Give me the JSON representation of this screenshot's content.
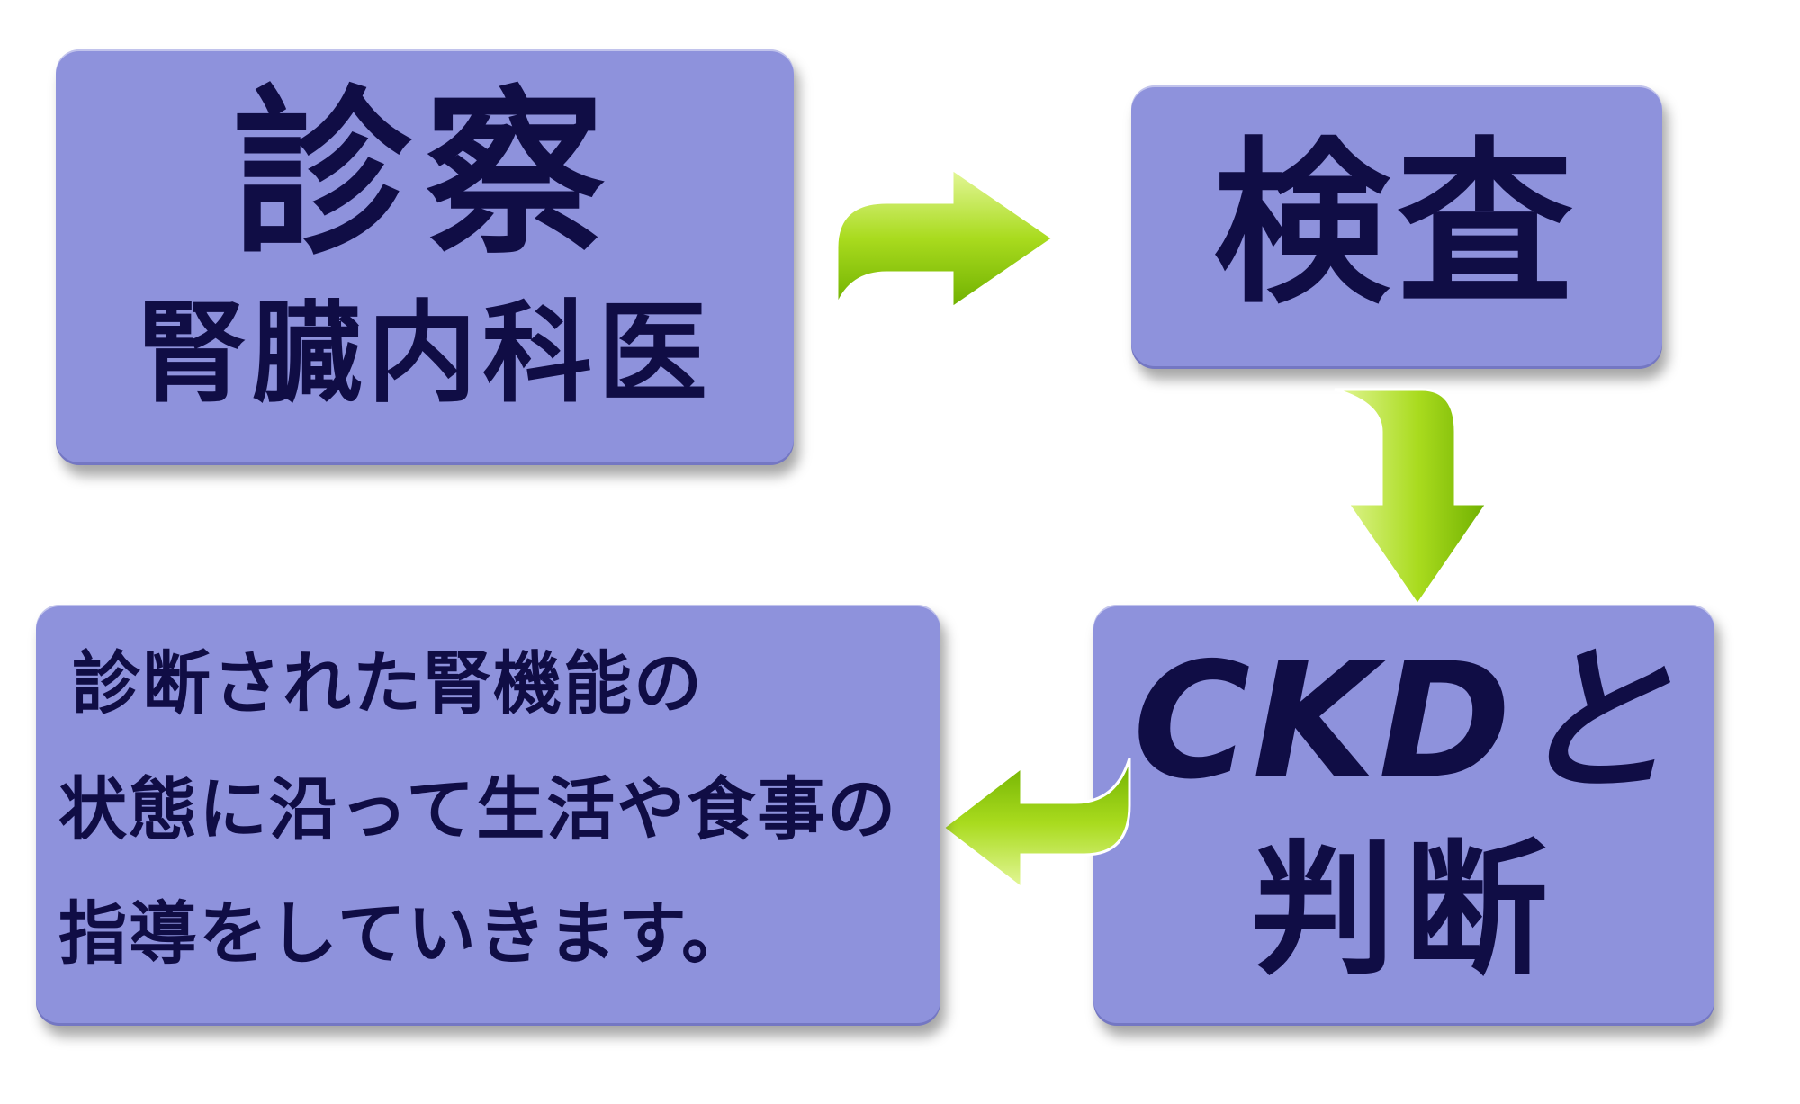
{
  "colors": {
    "box_fill": "#8e92dc",
    "text": "#100d45",
    "arrow_light": "#dbf37a",
    "arrow_dark": "#7dc000",
    "background": "#ffffff"
  },
  "boxes": {
    "exam": {
      "title": "診察",
      "subtitle": "腎臓内科医"
    },
    "test": {
      "title": "検査"
    },
    "judge": {
      "line1": "CKDと",
      "line2": "判断"
    },
    "guide": {
      "lines": [
        "診断された腎機能の",
        "状態に沿って生活や食事の",
        "指導をしていきます。"
      ]
    }
  },
  "arrows": [
    {
      "name": "arrow-exam-to-test",
      "direction": "right"
    },
    {
      "name": "arrow-test-to-judge",
      "direction": "down"
    },
    {
      "name": "arrow-judge-to-guide",
      "direction": "left"
    }
  ]
}
